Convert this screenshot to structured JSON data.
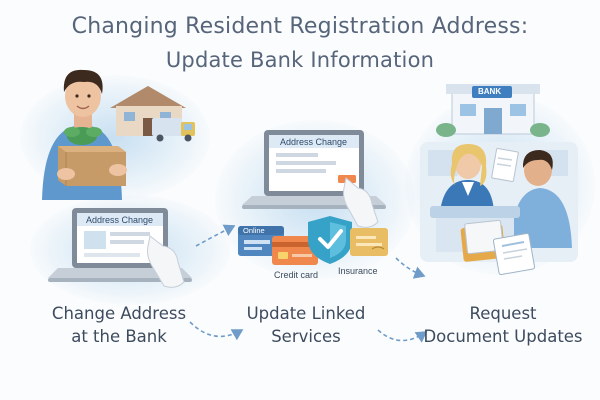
{
  "title": {
    "line1": "Changing Resident Registration Address:",
    "line2": "Update Bank Information"
  },
  "steps": [
    {
      "caption": [
        "Change Address",
        "at the Bank"
      ],
      "laptop_screen_label": "Address Change"
    },
    {
      "caption": [
        "Update Linked",
        "Services"
      ],
      "laptop_screen_label": "Address Change",
      "online_label": "Online",
      "card_labels": [
        "Credit card",
        "Insurance"
      ]
    },
    {
      "caption": [
        "Request",
        "Document Updates"
      ],
      "building_sign": "BANK"
    }
  ],
  "colors": {
    "title": "#56657a",
    "caption": "#3d4b5e",
    "arrow": "#6f9cc8",
    "accent_orange": "#f0884e",
    "accent_teal": "#37a2c8"
  },
  "icons": [
    "person-with-plant-box-icon",
    "house-icon",
    "moving-truck-icon",
    "laptop-icon",
    "pointing-hand-icon",
    "credit-card-icon",
    "shield-check-icon",
    "insurance-card-icon",
    "bank-building-icon",
    "bank-teller-icon",
    "customer-icon",
    "documents-icon"
  ]
}
